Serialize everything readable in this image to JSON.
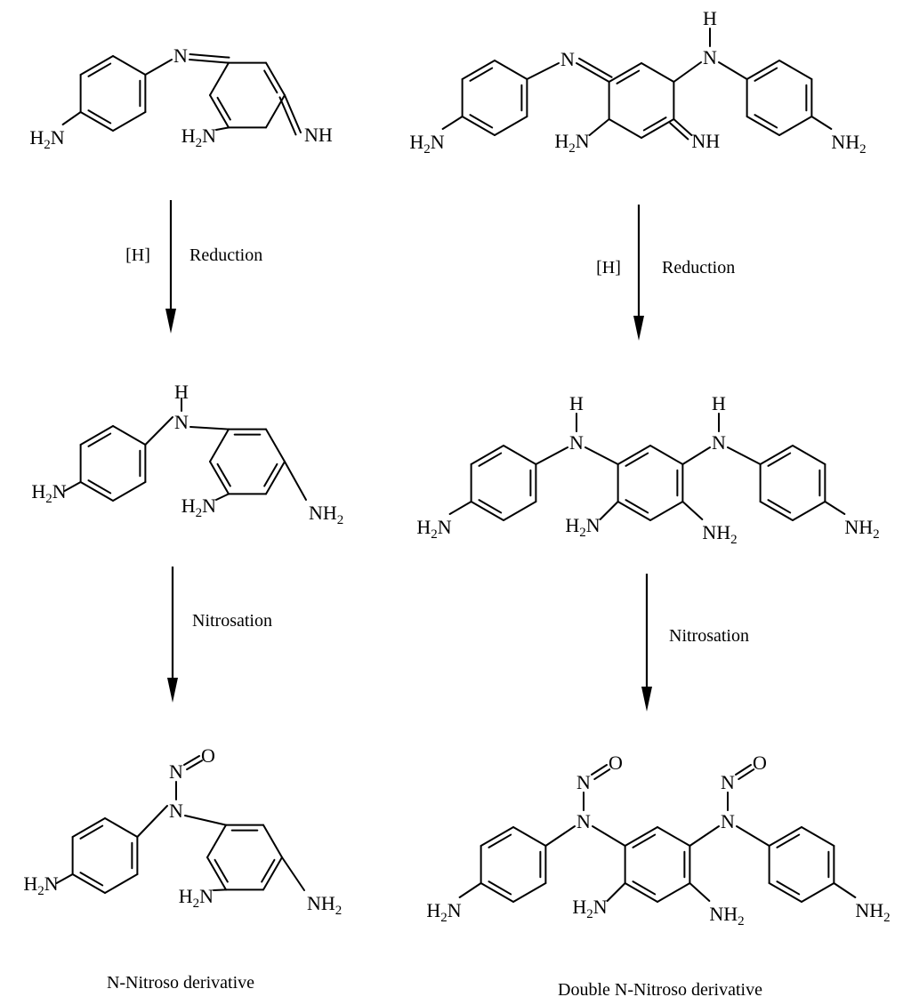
{
  "atoms": {
    "nitrogen": "N",
    "hydrogen": "H",
    "oxygen": "O",
    "imine": "NH",
    "amine_prefix": "H",
    "amine_suffix": "N",
    "amine_right": "NH",
    "subscript_two": "2"
  },
  "steps": {
    "reagent": "[H]",
    "reduction": "Reduction",
    "nitrosation": "Nitrosation"
  },
  "captions": {
    "left_product": "N-Nitroso derivative",
    "right_product": "Double N-Nitroso derivative"
  },
  "colors": {
    "ink": "#000000",
    "background": "#ffffff"
  }
}
